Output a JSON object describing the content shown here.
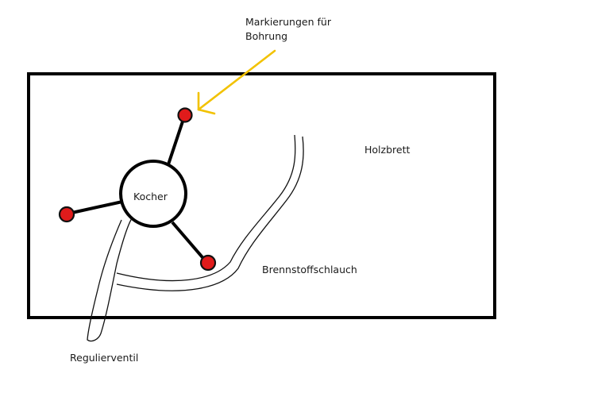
{
  "labels": {
    "markings_line1": "Markierungen für",
    "markings_line2": "Bohrung",
    "board": "Holzbrett",
    "stove": "Kocher",
    "fuel_hose": "Brennstoffschlauch",
    "regulator_valve": "Regulierventil"
  },
  "colors": {
    "outline": "#000000",
    "drill_mark": "#e01b1b",
    "arrow": "#f2c200"
  }
}
